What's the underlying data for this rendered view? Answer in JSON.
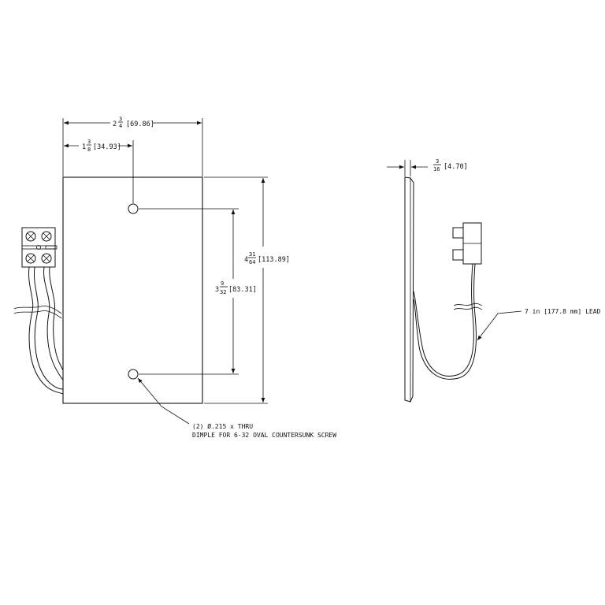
{
  "dimensions": {
    "width": {
      "whole": "2",
      "num": "3",
      "den": "4",
      "metric": "[69.86]"
    },
    "hole_offset": {
      "whole": "1",
      "num": "3",
      "den": "8",
      "metric": "[34.93]"
    },
    "height": {
      "whole": "4",
      "num": "31",
      "den": "64",
      "metric": "[113.89]"
    },
    "hole_spacing": {
      "whole": "3",
      "num": "9",
      "den": "32",
      "metric": "[83.31]"
    },
    "thickness": {
      "whole": "",
      "num": "3",
      "den": "16",
      "metric": "[4.70]"
    }
  },
  "notes": {
    "holes_line1": "(2) Ø.215 x THRU",
    "holes_line2": "DIMPLE FOR 6-32 OVAL COUNTERSUNK SCREW",
    "lead": "7 in [177.8 mm] LEAD"
  }
}
